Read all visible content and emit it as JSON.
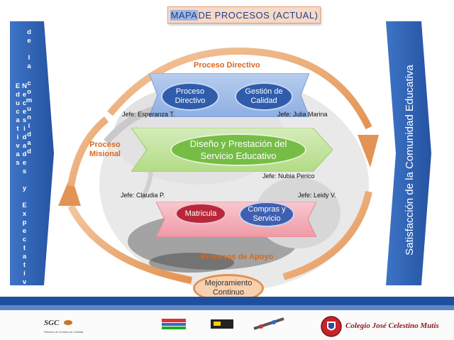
{
  "title": {
    "highlight": "MAPA",
    "rest": " DE PROCESOS (ACTUAL)"
  },
  "left_banner": {
    "col1": "Necesidades y Expectativas Educativas",
    "col2": "de la comunidad"
  },
  "right_banner": "Satisfacción de la Comunidad Educativa",
  "directivo": {
    "heading": "Proceso Directivo",
    "oval1": "Proceso Directivo",
    "oval2": "Gestión de Calidad",
    "jefe_left": "Jefe: Esperanza T.",
    "jefe_right": "Jefe: Julia Marina"
  },
  "misional": {
    "heading": "Proceso Misional",
    "oval": "Diseño y Prestación del Servicio Educativo",
    "jefe": "Jefe: Nubia Perico"
  },
  "apoyo": {
    "heading": "Procesos de Apoyo",
    "oval1": "Matricula",
    "oval2": "Compras y Servicio",
    "jefe_left": "Jefe: Claudia P.",
    "jefe_right": "Jefe: Leidy V."
  },
  "mejoramiento": "Mejoramiento Continuo",
  "footer": {
    "sgc": "SGC",
    "sgc_tag": "Sistema de Gestión de Calidad",
    "school": "Colegio José Celestino Mutis"
  },
  "colors": {
    "accent_blue": "#2a5cab",
    "orange": "#e08a44",
    "green": "#7dc24a",
    "red": "#c0303a"
  }
}
